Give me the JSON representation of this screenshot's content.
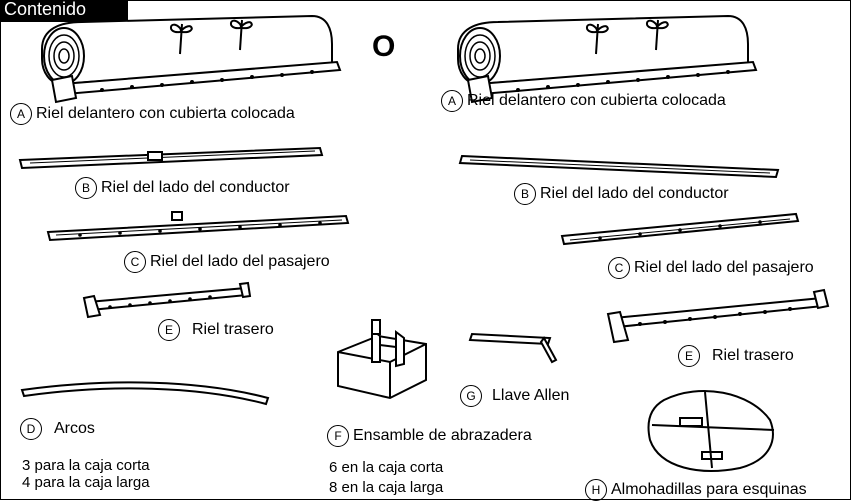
{
  "header": {
    "title": "Contenido"
  },
  "separator": "O",
  "parts": {
    "A": {
      "letter": "A",
      "name": "Riel delantero con cubierta colocada"
    },
    "B": {
      "letter": "B",
      "name": "Riel del lado del conductor"
    },
    "C": {
      "letter": "C",
      "name": "Riel del lado del pasajero"
    },
    "E": {
      "letter": "E",
      "name": "Riel trasero"
    },
    "D": {
      "letter": "D",
      "name": "Arcos"
    },
    "F": {
      "letter": "F",
      "name": "Ensamble de abrazadera"
    },
    "G": {
      "letter": "G",
      "name": "Llave Allen"
    },
    "H": {
      "letter": "H",
      "name": "Almohadillas para esquinas"
    }
  },
  "quantities": {
    "arcos_short": "3 para la caja corta",
    "arcos_long": "4 para la caja larga",
    "clamp_short": "6 en la caja corta",
    "clamp_long": "8 en la caja larga"
  },
  "icons": [
    "rolled-cover-icon",
    "rail-icon",
    "bow-icon",
    "clamp-icon",
    "allen-key-icon",
    "corner-pad-icon"
  ]
}
